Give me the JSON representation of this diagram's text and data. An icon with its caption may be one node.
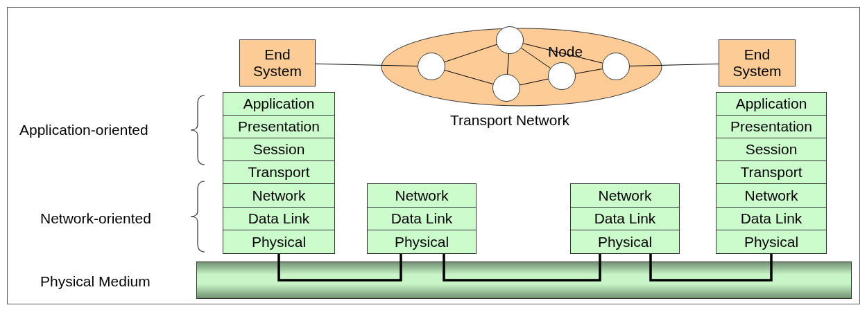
{
  "diagram": {
    "nodes": [
      {
        "text": [
          "End System"
        ]
      },
      {
        "text": [
          "Transport Network"
        ]
      },
      {
        "text": [],
        "shape": "circle",
        "in": 1
      },
      {
        "text": [],
        "shape": "circle",
        "in": 1
      },
      {
        "text": [],
        "shape": "circle",
        "in": 1
      },
      {
        "text": [],
        "shape": "circle",
        "in": 1
      },
      {
        "text": [],
        "shape": "circle",
        "in": 1
      },
      {
        "text": [
          "End System"
        ]
      },
      {
        "text": [
          "Application"
        ]
      },
      {
        "text": [
          "Presentation"
        ]
      },
      {
        "text": [
          "Session"
        ]
      },
      {
        "text": [
          "Transport"
        ]
      },
      {
        "text": [
          "Network"
        ]
      },
      {
        "text": [
          "Data Link"
        ]
      },
      {
        "text": [
          "Physical"
        ]
      },
      {
        "text": [
          "Network"
        ]
      },
      {
        "text": [
          "Data Link"
        ]
      },
      {
        "text": [
          "Physical"
        ]
      },
      {
        "text": [
          "Network"
        ]
      },
      {
        "text": [
          "Data Link"
        ]
      },
      {
        "text": [
          "Physical"
        ]
      },
      {
        "text": [
          "Application"
        ]
      },
      {
        "text": [
          "Presentation"
        ]
      },
      {
        "text": [
          "Session"
        ]
      },
      {
        "text": [
          "Transport"
        ]
      },
      {
        "text": [
          "Network"
        ]
      },
      {
        "text": [
          "Data Link"
        ]
      },
      {
        "text": [
          "Physical"
        ]
      },
      {
        "text": [],
        "shape": "bar",
        "beside": [
          "Physical Medium"
        ]
      }
    ],
    "edges": [
      {
        "from": 0,
        "to": 2,
        "arrow": "none"
      },
      {
        "from": 2,
        "to": 3,
        "arrow": "none"
      },
      {
        "from": 2,
        "to": 4,
        "arrow": "none"
      },
      {
        "from": 3,
        "to": 4,
        "arrow": "none"
      },
      {
        "from": 3,
        "to": 5,
        "arrow": "none"
      },
      {
        "from": 3,
        "to": 6,
        "arrow": "none"
      },
      {
        "from": 4,
        "to": 5,
        "arrow": "none"
      },
      {
        "from": 5,
        "to": 6,
        "arrow": "none"
      },
      {
        "from": 6,
        "to": 7,
        "arrow": "none"
      },
      {
        "from": 14,
        "to": 28,
        "arrow": "none",
        "style": "thick"
      },
      {
        "from": 17,
        "to": 28,
        "arrow": "none",
        "style": "thick"
      },
      {
        "from": 17,
        "to": 28,
        "arrow": "none",
        "style": "thick"
      },
      {
        "from": 20,
        "to": 28,
        "arrow": "none",
        "style": "thick"
      },
      {
        "from": 20,
        "to": 28,
        "arrow": "none",
        "style": "thick"
      },
      {
        "from": 27,
        "to": 28,
        "arrow": "none",
        "style": "thick"
      }
    ],
    "labels": [
      "Node",
      "Application-oriented",
      "Network-oriented"
    ]
  }
}
